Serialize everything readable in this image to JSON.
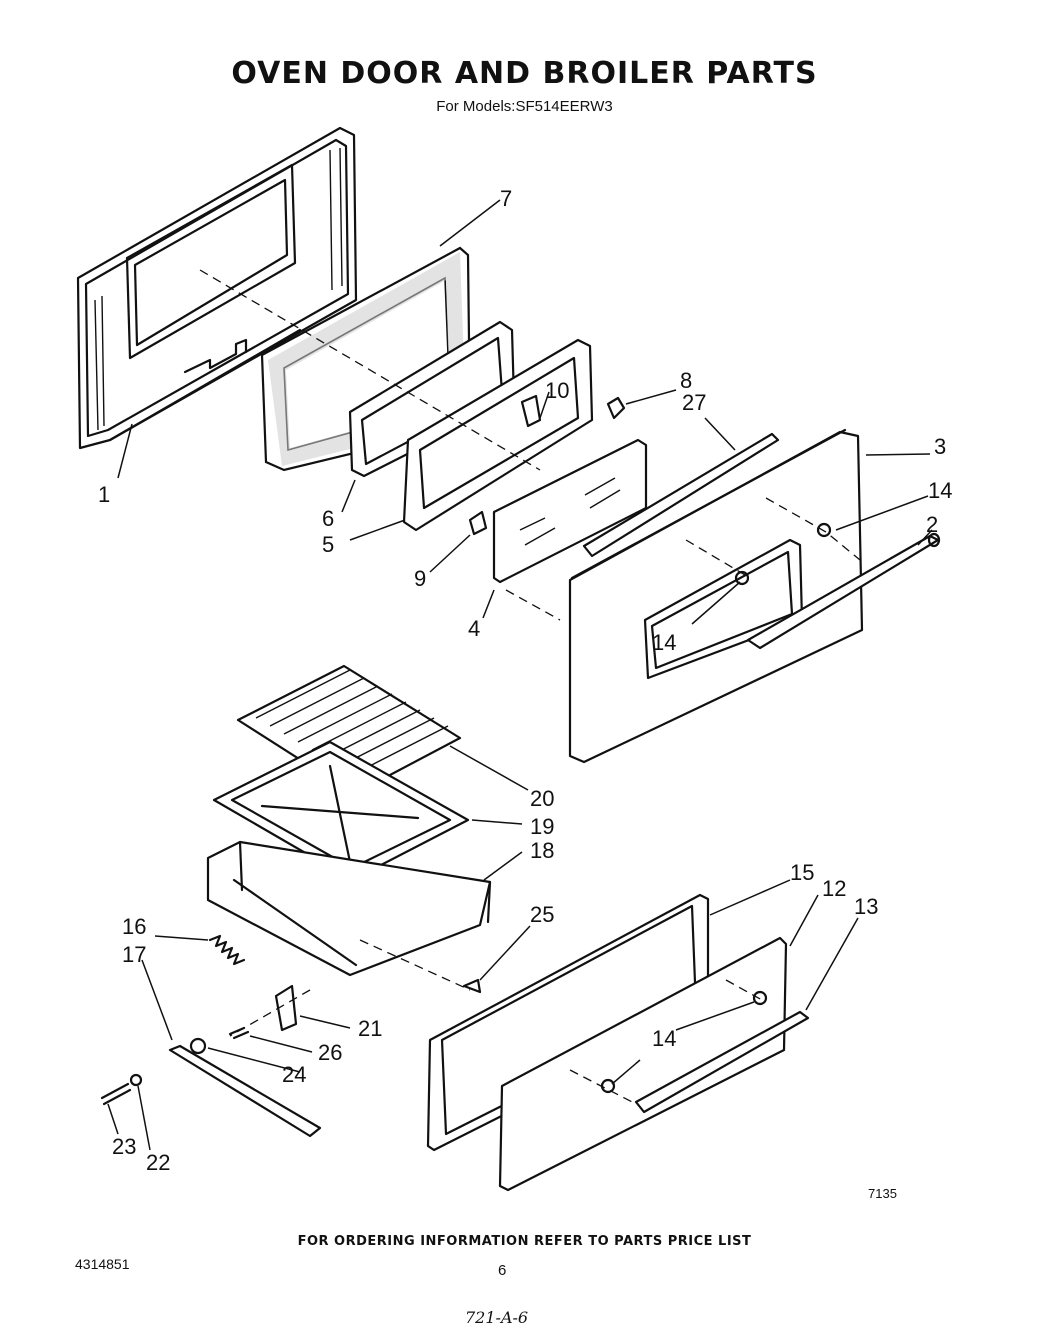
{
  "header": {
    "title": "OVEN DOOR AND BROILER PARTS",
    "subtitle": "For Models:SF514EERW3"
  },
  "footer": {
    "ordering_note": "FOR ORDERING INFORMATION REFER TO PARTS PRICE LIST",
    "doc_number": "4314851",
    "page_number": "6",
    "figure_id": "7135",
    "handwritten_note": "721-A-6"
  },
  "callouts": {
    "c1": "1",
    "c2": "2",
    "c3": "3",
    "c4": "4",
    "c5": "5",
    "c6": "6",
    "c7": "7",
    "c8": "8",
    "c9": "9",
    "c10": "10",
    "c12": "12",
    "c13": "13",
    "c14a": "14",
    "c14b": "14",
    "c14c": "14",
    "c15": "15",
    "c16": "16",
    "c17": "17",
    "c18": "18",
    "c19": "19",
    "c20": "20",
    "c21": "21",
    "c22": "22",
    "c23": "23",
    "c24": "24",
    "c25": "25",
    "c26": "26",
    "c27": "27"
  }
}
